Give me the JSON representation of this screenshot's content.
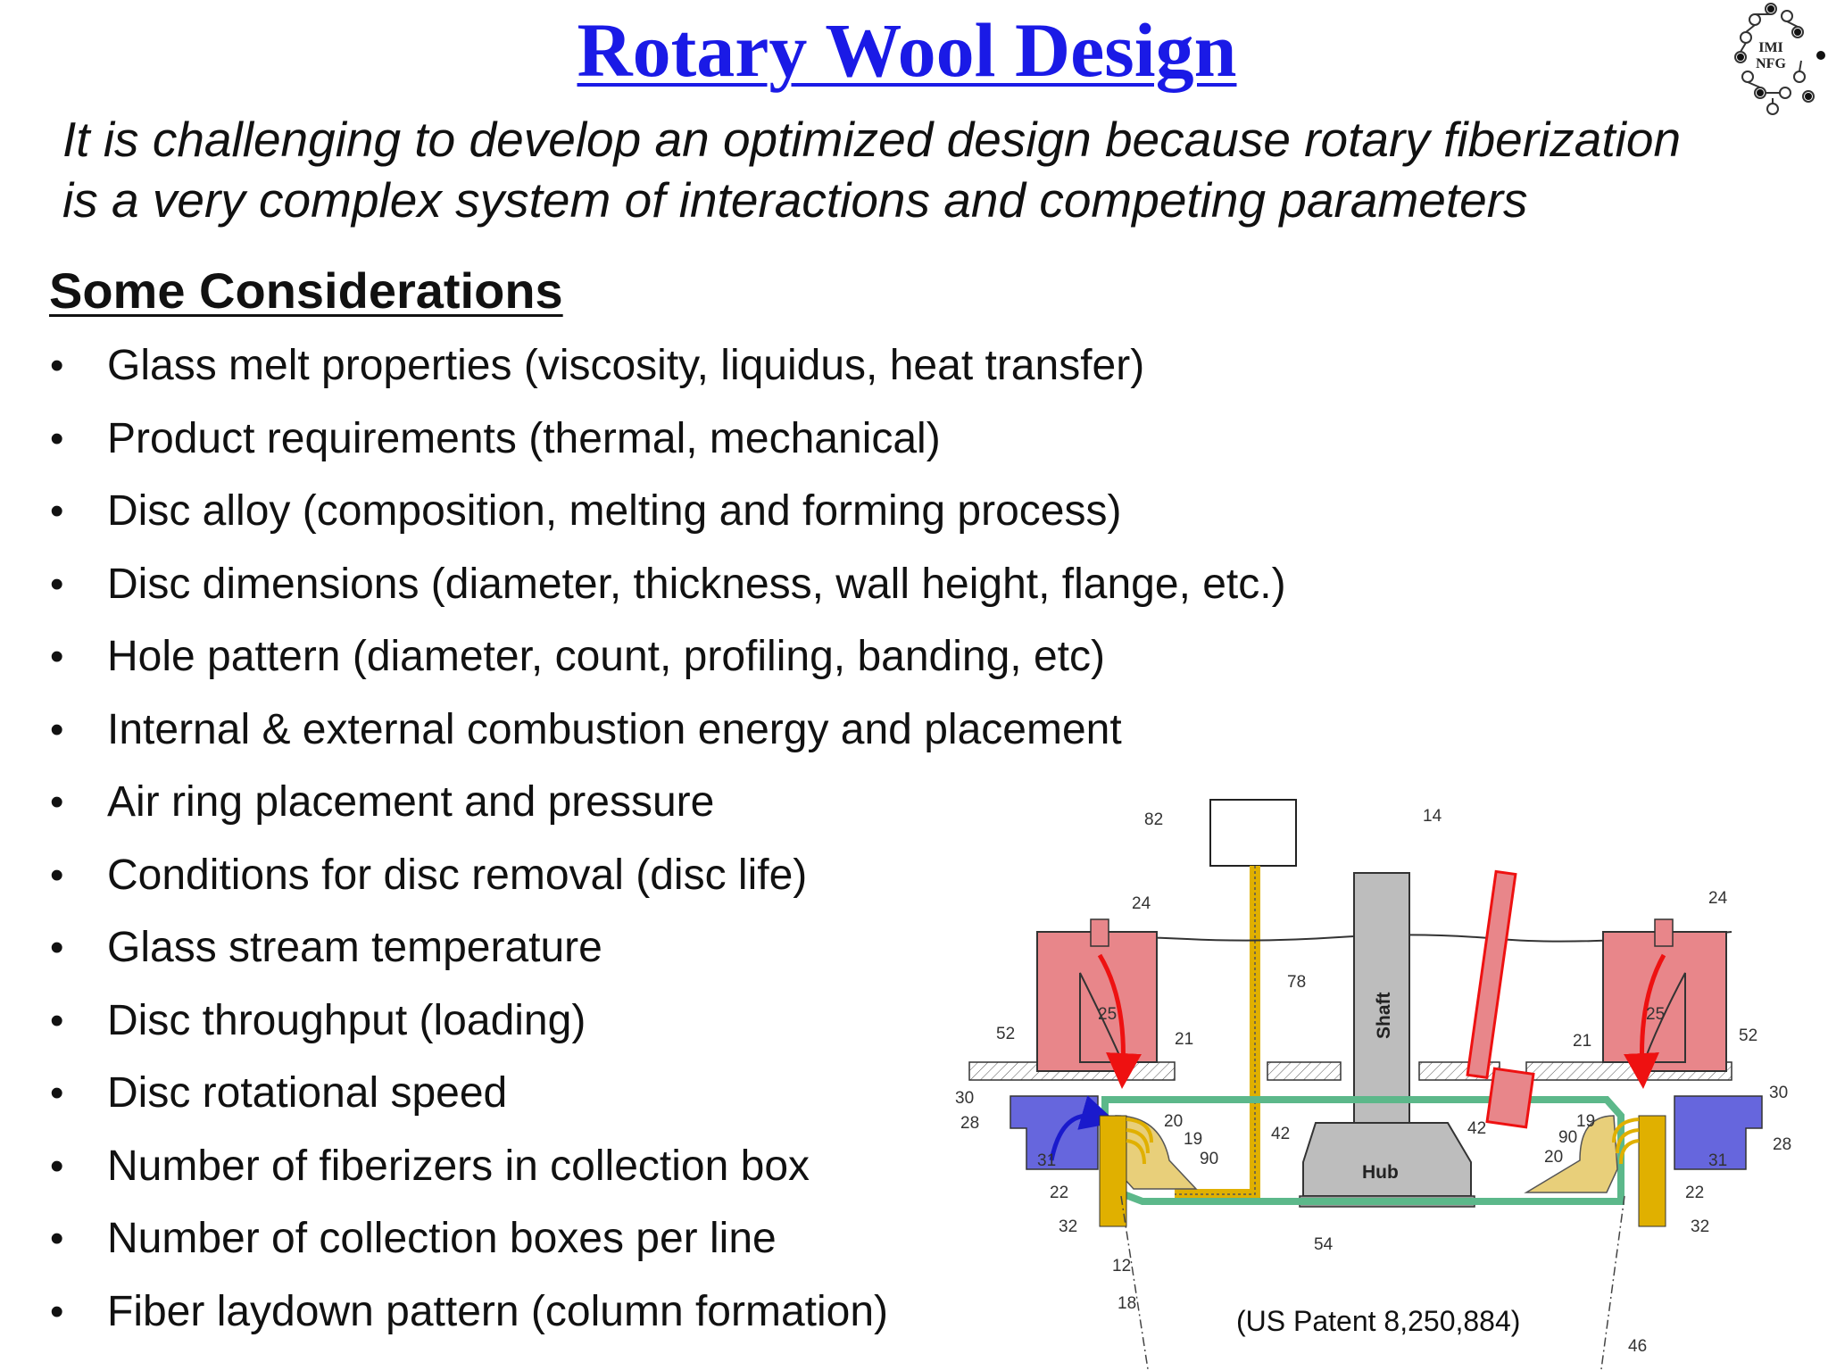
{
  "title": "Rotary Wool Design",
  "logo": {
    "line1": "IMI",
    "line2": "NFG"
  },
  "subtitle": {
    "line1": "It is challenging to develop an optimized design because rotary fiberization",
    "line2": "is a very complex system of interactions and competing parameters"
  },
  "section_heading": "Some Considerations",
  "bullets": [
    "Glass melt properties (viscosity, liquidus, heat transfer)",
    "Product requirements (thermal, mechanical)",
    "Disc alloy (composition, melting and forming process)",
    "Disc dimensions (diameter, thickness, wall height, flange, etc.)",
    "Hole pattern (diameter, count, profiling, banding, etc)",
    "Internal & external combustion energy and placement",
    "Air ring placement and pressure",
    "Conditions for disc removal (disc life)",
    "Glass stream temperature",
    "Disc throughput (loading)",
    "Disc rotational speed",
    "Number of fiberizers in collection box",
    "Number of collection boxes per line",
    "Fiber laydown pattern (column formation)"
  ],
  "bullet_symbol": "•",
  "diagram": {
    "shaft_label": "Shaft",
    "hub_label": "Hub",
    "caption": "(US Patent 8,250,884)",
    "refs": [
      "82",
      "14",
      "24",
      "24",
      "78",
      "52",
      "21",
      "25",
      "21",
      "25",
      "52",
      "30",
      "30",
      "28",
      "28",
      "31",
      "31",
      "20",
      "19",
      "90",
      "42",
      "42",
      "19",
      "90",
      "20",
      "22",
      "22",
      "32",
      "32",
      "54",
      "12",
      "18",
      "46"
    ]
  },
  "colors": {
    "title": "#1a1ae6",
    "burner": "#e8868a",
    "air_ring": "#6666dd",
    "fibers": "#e0b000",
    "glass": "#e8cf7a",
    "spinner": "#5cb88a",
    "arrow_red": "#ee1111",
    "arrow_blue": "#1a1acc"
  }
}
